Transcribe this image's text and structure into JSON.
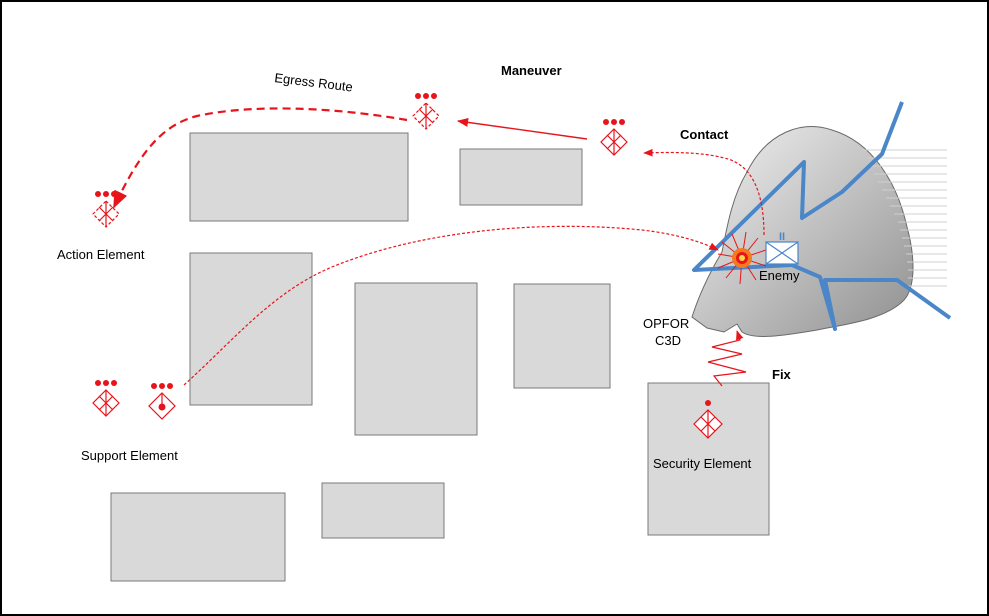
{
  "labels": {
    "maneuver": "Maneuver",
    "egress_route": "Egress Route",
    "contact": "Contact",
    "action_element": "Action Element",
    "support_element": "Support Element",
    "security_element": "Security Element",
    "enemy": "Enemy",
    "opfor_line1": "OPFOR",
    "opfor_line2": "C3D",
    "fix": "Fix",
    "enemy_echelon": "II"
  },
  "colors": {
    "friendly": "#e8141b",
    "enemy_boundary": "#4a86c8",
    "building_fill": "#d9d9d9",
    "building_stroke": "#7a7a7a"
  },
  "icons": {
    "unit_symbol": "diamond-unit-icon",
    "planned_unit": "dashed-diamond-unit-icon",
    "enemy_unit": "enemy-unit-icon",
    "explosion": "explosion-icon"
  }
}
